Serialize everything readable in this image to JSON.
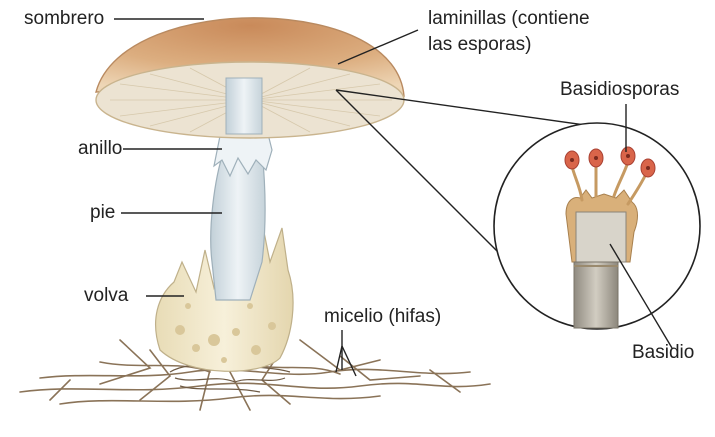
{
  "labels": {
    "cap": "sombrero",
    "gills_line1": "laminillas (contiene",
    "gills_line2": "las esporas)",
    "ring": "anillo",
    "stem": "pie",
    "volva": "volva",
    "mycelium": "micelio (hifas)",
    "basidiospores": "Basidiosporas",
    "basidium": "Basidio"
  },
  "colors": {
    "cap_top": "#c98a5a",
    "cap_edge": "#e8c9a4",
    "gills": "#ece3d2",
    "stem": "#d9e4ea",
    "volva": "#f1e8cc",
    "mycelium": "#8a7358",
    "spore": "#d9654a",
    "leader": "#222222"
  }
}
